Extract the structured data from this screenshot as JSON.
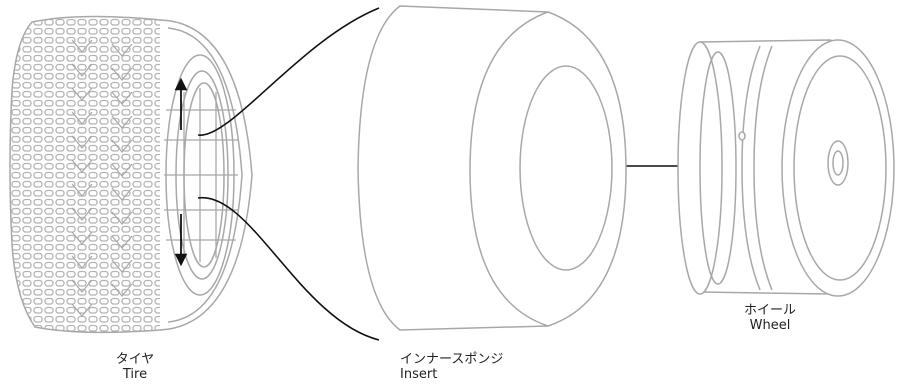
{
  "labels": {
    "tire": {
      "ja": "タイヤ",
      "en": "Tire"
    },
    "insert": {
      "ja": "インナースポンジ",
      "en": "Insert"
    },
    "wheel": {
      "ja": "ホイール",
      "en": "Wheel"
    }
  },
  "colors": {
    "outline": "#a8a8a8",
    "tread": "#b4b4b4",
    "leader": "#111111",
    "text": "#222222"
  }
}
